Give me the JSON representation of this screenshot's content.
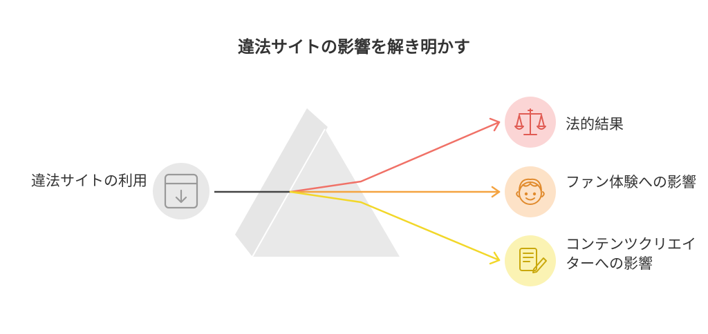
{
  "title": "違法サイトの影響を解き明かす",
  "input": {
    "label": "違法サイトの利用",
    "icon": "download-icon"
  },
  "outputs": [
    {
      "label": "法的結果",
      "icon": "scales-icon",
      "color": "#f07167",
      "bg": "#fbd5d5"
    },
    {
      "label": "ファン体験への影響",
      "icon": "face-icon",
      "color": "#f4a340",
      "bg": "#fde2c7"
    },
    {
      "label": "コンテンツクリエイターへの影響",
      "icon": "document-pen-icon",
      "color": "#f2d729",
      "bg": "#fbf3b3"
    }
  ]
}
